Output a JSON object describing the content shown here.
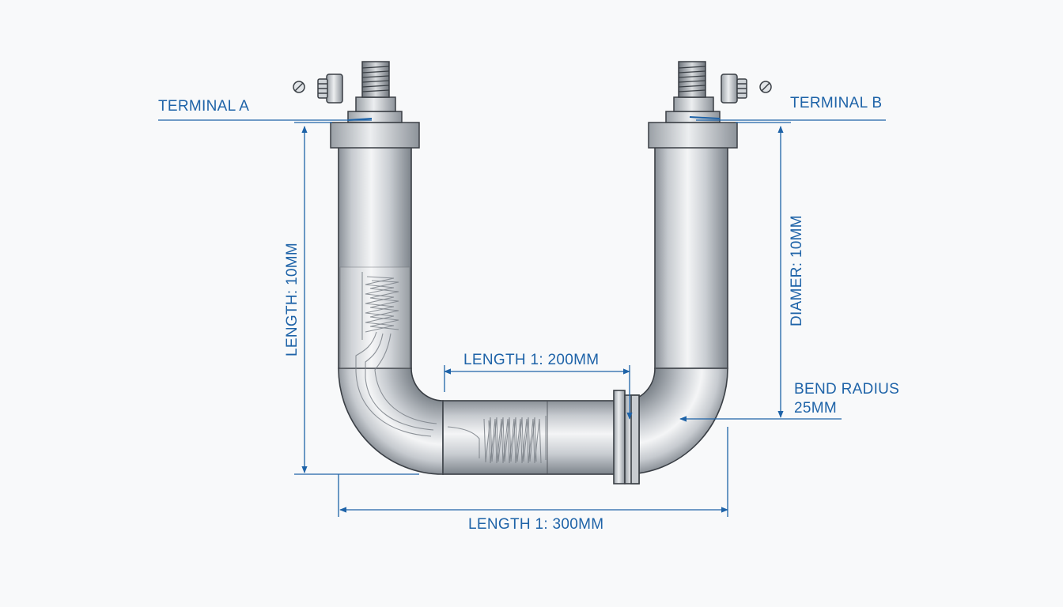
{
  "labels": {
    "terminal_a": "TERMINAL A",
    "terminal_b": "TERMINAL B",
    "length_vertical": "LENGTH: 10MM",
    "diameter": "DIAMER: 10MM",
    "length_inner": "LENGTH 1: 200MM",
    "bend_radius_line1": "BEND RADIUS",
    "bend_radius_line2": "25MM",
    "length_overall": "LENGTH 1: 300MM"
  },
  "colors": {
    "dimension": "#1e63a8",
    "pipe_outline": "#3a3f45",
    "pipe_light": "#eef0f2",
    "pipe_mid": "#b9bec4",
    "pipe_dark": "#7f868d",
    "background": "#f8f9fa"
  }
}
